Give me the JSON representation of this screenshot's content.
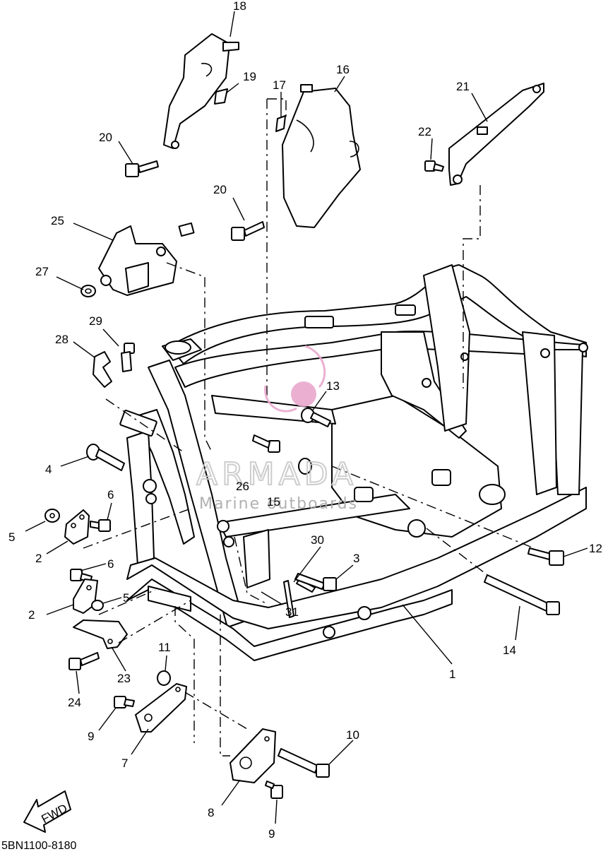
{
  "diagram": {
    "part_code": "5BN1100-8180",
    "fwd_label": "FWD",
    "watermark": {
      "brand": "ARMADA",
      "tagline": "Marine outboards"
    },
    "callouts": [
      "1",
      "2",
      "2",
      "3",
      "4",
      "5",
      "5",
      "6",
      "6",
      "7",
      "8",
      "9",
      "9",
      "10",
      "11",
      "12",
      "13",
      "14",
      "15",
      "16",
      "17",
      "18",
      "19",
      "20",
      "20",
      "21",
      "22",
      "23",
      "24",
      "25",
      "26",
      "27",
      "28",
      "29",
      "30",
      "31"
    ]
  }
}
